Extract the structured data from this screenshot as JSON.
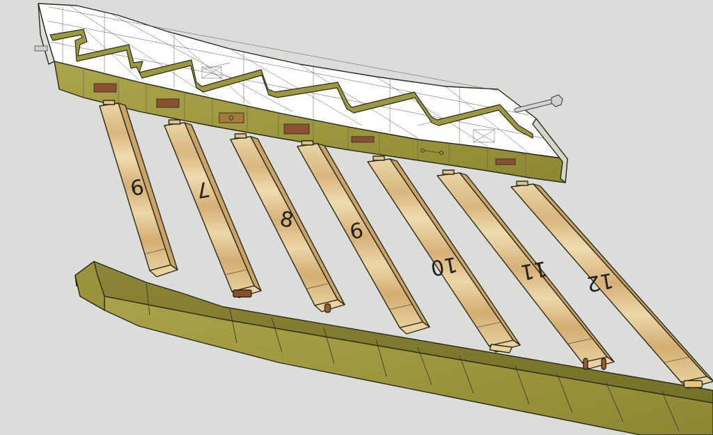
{
  "scene": {
    "background": "#dcdcda",
    "wood_colors": {
      "light": "#e8d4a4",
      "mid": "#d8b57c",
      "dark": "#b8955e"
    },
    "olive_colors": {
      "face": "#a7a146",
      "top": "#8f8a36",
      "edge": "#6e6a26"
    },
    "peg_color": "#9c5a2e",
    "bolt_color": "#c8c8c8"
  },
  "rib_labels": [
    "9",
    "7",
    "8",
    "9",
    "10",
    "11",
    "12"
  ]
}
